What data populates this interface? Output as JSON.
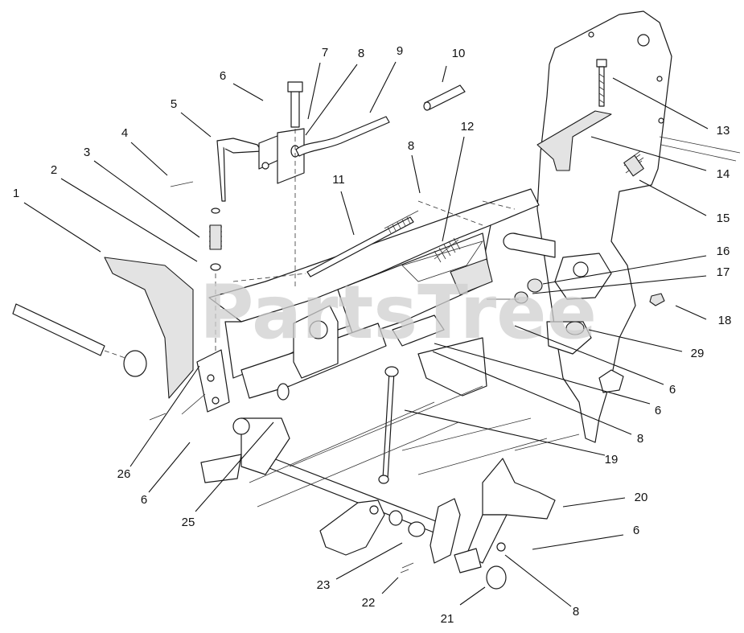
{
  "watermark": "PartsTree",
  "callouts": [
    {
      "id": "c1",
      "label": "1"
    },
    {
      "id": "c2",
      "label": "2"
    },
    {
      "id": "c3",
      "label": "3"
    },
    {
      "id": "c4",
      "label": "4"
    },
    {
      "id": "c5",
      "label": "5"
    },
    {
      "id": "c6a",
      "label": "6"
    },
    {
      "id": "c7",
      "label": "7"
    },
    {
      "id": "c8a",
      "label": "8"
    },
    {
      "id": "c9",
      "label": "9"
    },
    {
      "id": "c10",
      "label": "10"
    },
    {
      "id": "c8b",
      "label": "8"
    },
    {
      "id": "c11",
      "label": "11"
    },
    {
      "id": "c12",
      "label": "12"
    },
    {
      "id": "c13",
      "label": "13"
    },
    {
      "id": "c14",
      "label": "14"
    },
    {
      "id": "c15",
      "label": "15"
    },
    {
      "id": "c16",
      "label": "16"
    },
    {
      "id": "c17",
      "label": "17"
    },
    {
      "id": "c18",
      "label": "18"
    },
    {
      "id": "c29",
      "label": "29"
    },
    {
      "id": "c6b",
      "label": "6"
    },
    {
      "id": "c6c",
      "label": "6"
    },
    {
      "id": "c8c",
      "label": "8"
    },
    {
      "id": "c19",
      "label": "19"
    },
    {
      "id": "c20",
      "label": "20"
    },
    {
      "id": "c6d",
      "label": "6"
    },
    {
      "id": "c8d",
      "label": "8"
    },
    {
      "id": "c21",
      "label": "21"
    },
    {
      "id": "c22",
      "label": "22"
    },
    {
      "id": "c23",
      "label": "23"
    },
    {
      "id": "c25",
      "label": "25"
    },
    {
      "id": "c6e",
      "label": "6"
    },
    {
      "id": "c26",
      "label": "26"
    }
  ]
}
